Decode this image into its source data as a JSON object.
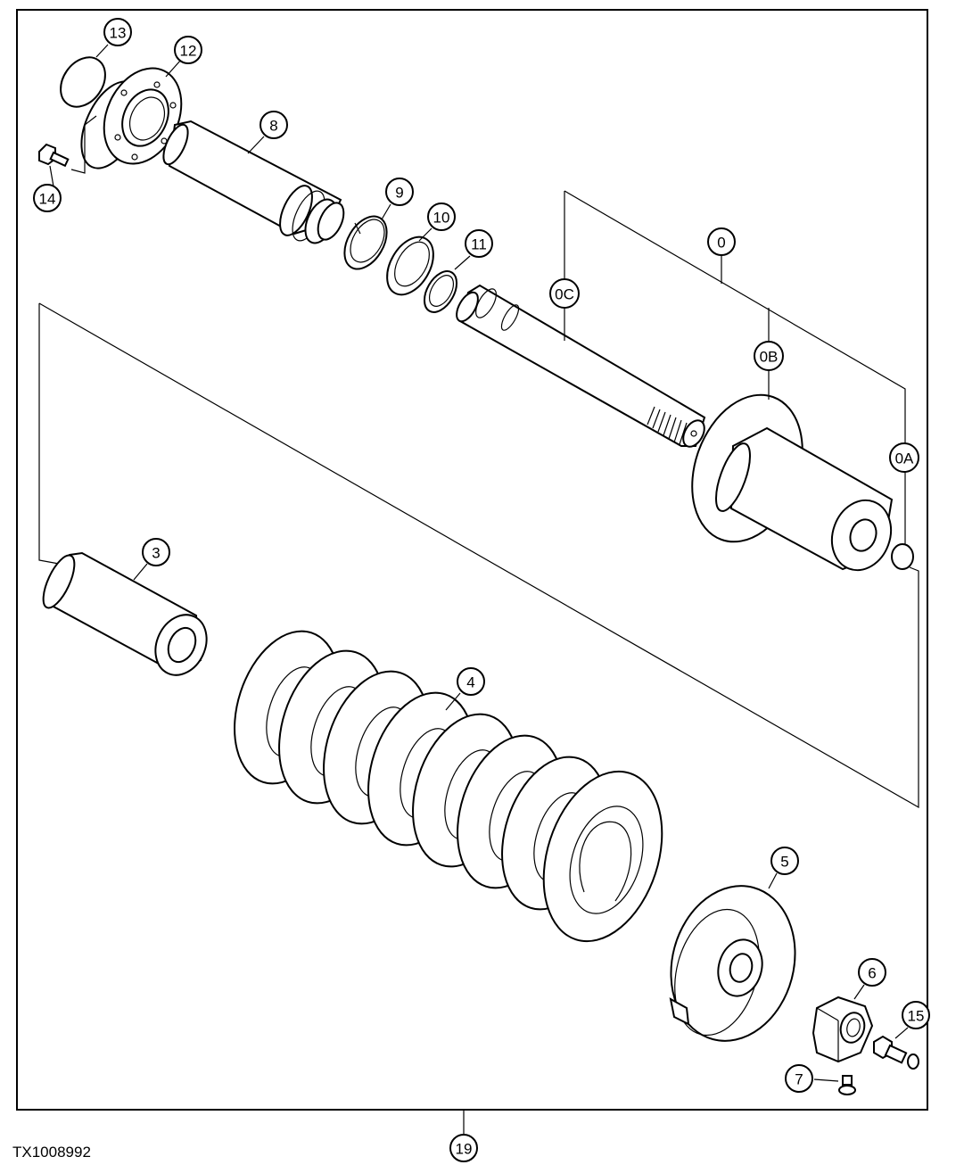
{
  "figure_id": "TX1008992",
  "callouts": {
    "c0": "0",
    "c0A": "0A",
    "c0B": "0B",
    "c0C": "0C",
    "c3": "3",
    "c4": "4",
    "c5": "5",
    "c6": "6",
    "c7": "7",
    "c8": "8",
    "c9": "9",
    "c10": "10",
    "c11": "11",
    "c12": "12",
    "c13": "13",
    "c14": "14",
    "c15": "15",
    "c19": "19"
  }
}
